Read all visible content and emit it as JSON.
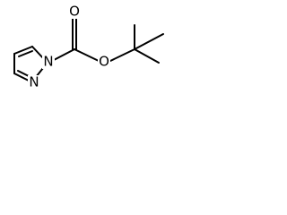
{
  "diagram": {
    "atoms": {
      "ring_n1": "N",
      "ring_n2": "N",
      "carbonyl_o": "O",
      "ester_o": "O"
    },
    "colors": {
      "bond": "#000000",
      "label": "#000000",
      "background": "#ffffff"
    }
  }
}
